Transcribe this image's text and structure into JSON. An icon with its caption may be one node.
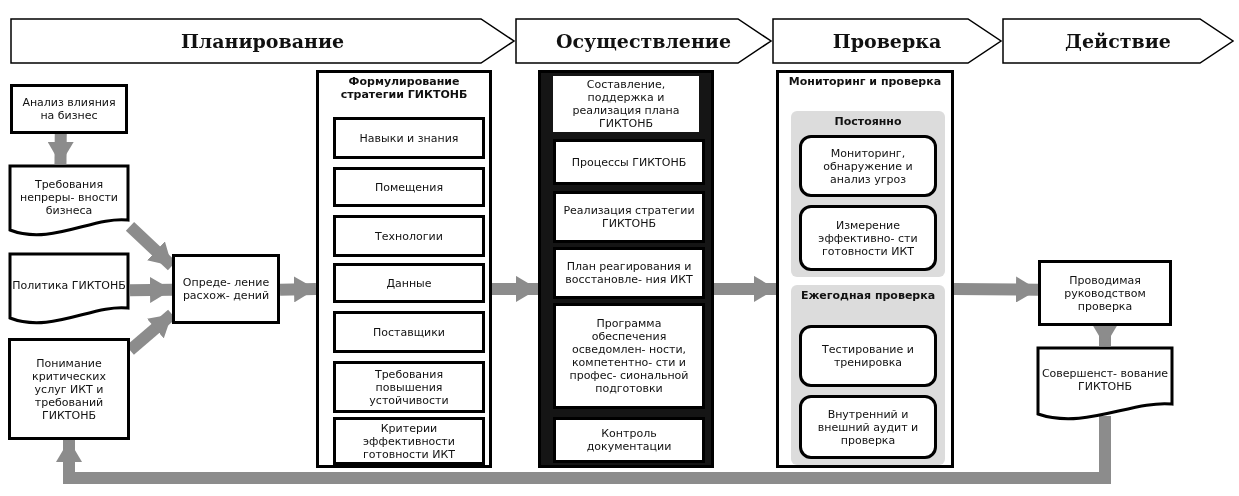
{
  "diagram": {
    "nodes": [
      {
        "text": [
          "Планирование"
        ]
      },
      {
        "text": [
          "Осуществление"
        ]
      },
      {
        "text": [
          "Проверка"
        ]
      },
      {
        "text": [
          "Действие"
        ]
      },
      {
        "text": [
          "Анализ влияния на бизнес"
        ]
      },
      {
        "text": [
          "Требования непреры- вности бизнеса"
        ]
      },
      {
        "text": [
          "Политика ГИКТОНБ"
        ]
      },
      {
        "text": [
          "Понимание критических услуг ИКТ и требований ГИКТОНБ"
        ]
      },
      {
        "text": [
          "Опреде- ление расхож- дений"
        ]
      },
      {
        "text": [
          "Формулирование стратегии ГИКТОНБ"
        ]
      },
      {
        "text": [
          "Навыки и знания"
        ],
        "in": 9
      },
      {
        "text": [
          "Помещения"
        ],
        "in": 9
      },
      {
        "text": [
          "Технологии"
        ],
        "in": 9
      },
      {
        "text": [
          "Данные"
        ],
        "in": 9
      },
      {
        "text": [
          "Поставщики"
        ],
        "in": 9
      },
      {
        "text": [
          "Требования повышения устойчивости"
        ],
        "in": 9
      },
      {
        "text": [
          "Критерии эффективности готовности ИКТ"
        ],
        "in": 9
      },
      {
        "text": [
          "Составление, поддержка и реализация плана ГИКТОНБ"
        ]
      },
      {
        "text": [
          "Процессы ГИКТОНБ"
        ],
        "in": 17
      },
      {
        "text": [
          "Реализация стратегии ГИКТОНБ"
        ],
        "in": 17
      },
      {
        "text": [
          "План реагирования и восстановле- ния ИКТ"
        ],
        "in": 17
      },
      {
        "text": [
          "Программа обеспечения осведомлен- ности, компетентно- сти и профес- сиональной подготовки"
        ],
        "in": 17
      },
      {
        "text": [
          "Контроль документации"
        ],
        "in": 17
      },
      {
        "text": [
          "Мониторинг и проверка"
        ]
      },
      {
        "text": [
          "Постоянно"
        ],
        "in": 23
      },
      {
        "text": [
          "Мониторинг, обнаружение и анализ угроз"
        ],
        "in": 24
      },
      {
        "text": [
          "Измерение эффективно- сти готовности ИКТ"
        ],
        "in": 24
      },
      {
        "text": [
          "Ежегодная проверка"
        ],
        "in": 23
      },
      {
        "text": [
          "Тестирование и тренировка"
        ],
        "in": 27
      },
      {
        "text": [
          "Внутренний и внешний аудит и проверка"
        ],
        "in": 27
      },
      {
        "text": [
          "Проводимая руководством проверка"
        ]
      },
      {
        "text": [
          "Совершенст- вование ГИКТОНБ"
        ]
      }
    ],
    "edges": [
      {
        "from": 4,
        "to": 5,
        "arrow": "to"
      },
      {
        "from": 5,
        "to": 8,
        "arrow": "to"
      },
      {
        "from": 6,
        "to": 8,
        "arrow": "to"
      },
      {
        "from": 7,
        "to": 8,
        "arrow": "to"
      },
      {
        "from": 8,
        "to": 9,
        "arrow": "to"
      },
      {
        "from": 9,
        "to": 17,
        "arrow": "to"
      },
      {
        "from": 17,
        "to": 23,
        "arrow": "to"
      },
      {
        "from": 23,
        "to": 30,
        "arrow": "to"
      },
      {
        "from": 30,
        "to": 31,
        "arrow": "to"
      },
      {
        "from": 31,
        "to": 7,
        "arrow": "to"
      }
    ]
  }
}
